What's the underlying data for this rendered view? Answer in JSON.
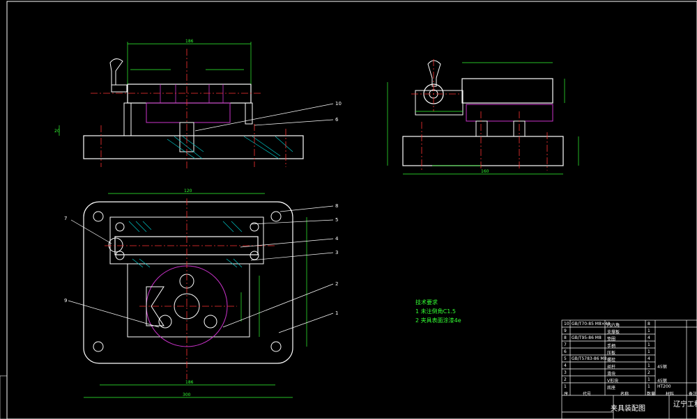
{
  "drawing": {
    "title": "夹具装配图",
    "school": "辽宁工程"
  },
  "tech_requirements": {
    "heading": "技术要求",
    "items": [
      "1 未注倒角C1.5",
      "2 夹具表面涂漆4e"
    ]
  },
  "title_block": {
    "header": {
      "index": "序",
      "code": "代号",
      "name": "名称",
      "qty": "数量",
      "material": "材料",
      "note": "备注"
    },
    "rows": [
      {
        "index": "10",
        "code": "GB/T70-85 M8×40",
        "name": "内六角",
        "qty": "8"
      },
      {
        "index": "9",
        "code": "",
        "name": "支撑板",
        "qty": "1"
      },
      {
        "index": "8",
        "code": "GB/T95-86 M8",
        "name": "垫圈",
        "qty": "4"
      },
      {
        "index": "7",
        "code": "",
        "name": "手柄",
        "qty": "1"
      },
      {
        "index": "6",
        "code": "",
        "name": "压板",
        "qty": "1"
      },
      {
        "index": "5",
        "code": "GB/T5783-86 M8",
        "name": "螺栓",
        "qty": "4"
      },
      {
        "index": "4",
        "code": "",
        "name": "丝杆",
        "qty": "1",
        "material": "45钢"
      },
      {
        "index": "3",
        "code": "",
        "name": "滑块",
        "qty": "2"
      },
      {
        "index": "2",
        "code": "",
        "name": "V形块",
        "qty": "1",
        "material": "45钢"
      },
      {
        "index": "1",
        "code": "",
        "name": "底座",
        "qty": "1",
        "material": "HT200"
      }
    ]
  },
  "callouts": [
    "10",
    "6",
    "7",
    "5",
    "4",
    "3",
    "2",
    "9",
    "1",
    "8"
  ],
  "dimensions": {
    "front_overall": "186",
    "plan_overall": "300",
    "plan_inner": "186",
    "plan_width": "120",
    "side_overall": "160",
    "height": "20"
  },
  "colors": {
    "background": "#000000",
    "outline": "#ffffff",
    "dimension": "#33ff33",
    "centerline": "#ff3333",
    "hidden": "#cc33cc",
    "hatch": "#00cccc"
  }
}
